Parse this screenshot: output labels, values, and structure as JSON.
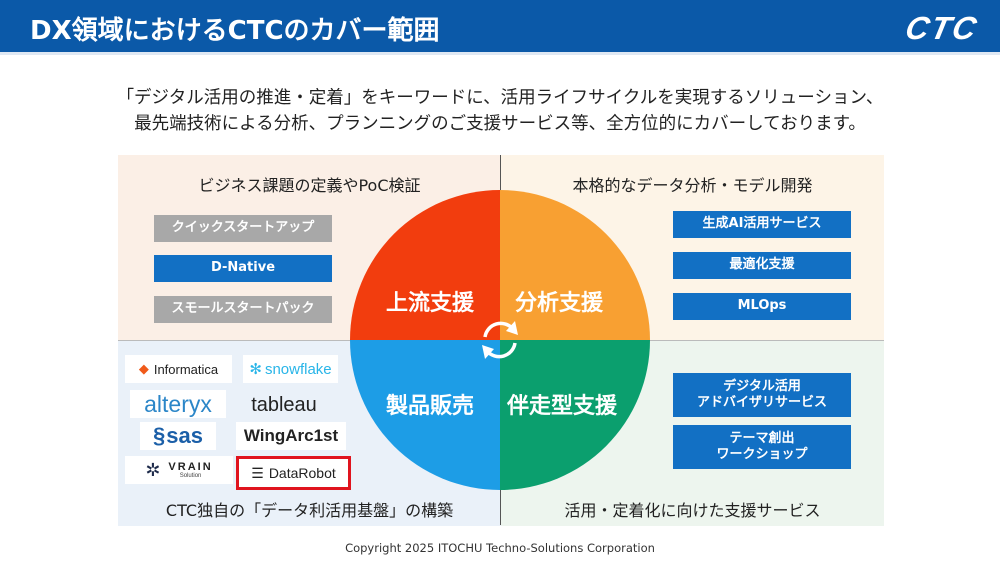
{
  "header": {
    "title": "DX領域におけるCTCのカバー範囲",
    "logo": "CTC"
  },
  "intro": [
    "「デジタル活用の推進・定着」をキーワードに、活用ライフサイクルを実現するソリューション、",
    "最先端技術による分析、プランニングのご支援サービス等、全方位的にカバーしております。"
  ],
  "quadrants": {
    "top_left": {
      "heading": "ビジネス課題の定義やPoC検証",
      "items": [
        "クイックスタートアップ",
        "D-Native",
        "スモールスタートパック"
      ]
    },
    "top_right": {
      "heading": "本格的なデータ分析・モデル開発",
      "items": [
        "生成AI活用サービス",
        "最適化支援",
        "MLOps"
      ]
    },
    "bottom_left": {
      "heading": "CTC独自の「データ利活用基盤」の構築",
      "logos": [
        "Informatica",
        "snowflake",
        "alteryx",
        "tableau",
        "sas",
        "WingArc1st",
        "VRAIN",
        "Solution",
        "DataRobot"
      ]
    },
    "bottom_right": {
      "heading": "活用・定着化に向けた支援サービス",
      "items": [
        "デジタル活用\nアドバイザリサービス",
        "テーマ創出\nワークショップ"
      ]
    }
  },
  "circle": {
    "upstream": "上流支援",
    "analysis": "分析支援",
    "product": "製品販売",
    "accompany": "伴走型支援"
  },
  "colors": {
    "header": "#0b59a8",
    "red": "#f23d0e",
    "orange": "#f8a032",
    "blue": "#1d9de6",
    "green": "#0b9f6e"
  },
  "footer": "Copyright 2025 ITOCHU Techno-Solutions Corporation"
}
